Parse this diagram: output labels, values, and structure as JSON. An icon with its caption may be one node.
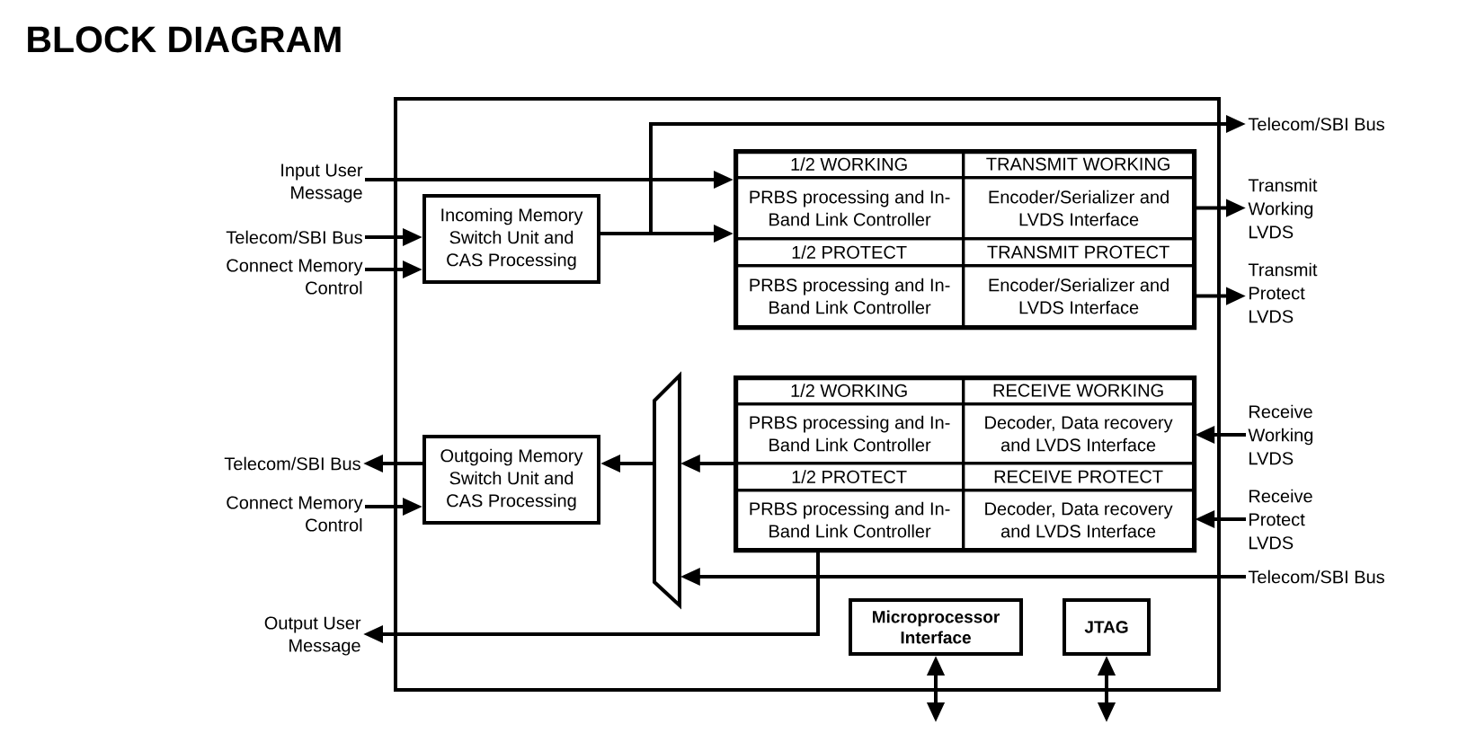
{
  "diagram": {
    "title": "BLOCK DIAGRAM",
    "nodes": [
      {
        "text": [],
        "shape": "box"
      },
      {
        "text": [
          "Input User Message"
        ]
      },
      {
        "text": [
          "Telecom/SBI Bus"
        ]
      },
      {
        "text": [
          "Connect Memory Control"
        ]
      },
      {
        "text": [
          "Incoming Memory Switch Unit and CAS Processing"
        ],
        "in": 0
      },
      {
        "text": [],
        "shape": "box",
        "in": 0
      },
      {
        "text": [
          "1/2 WORKING"
        ],
        "in": 5
      },
      {
        "text": [
          "TRANSMIT WORKING"
        ],
        "in": 5
      },
      {
        "text": [
          "PRBS processing and In-Band Link Controller"
        ],
        "in": 5
      },
      {
        "text": [
          "Encoder/Serializer and LVDS Interface"
        ],
        "in": 5
      },
      {
        "text": [
          "1/2 PROTECT"
        ],
        "in": 5
      },
      {
        "text": [
          "TRANSMIT PROTECT"
        ],
        "in": 5
      },
      {
        "text": [
          "PRBS processing and In-Band Link Controller"
        ],
        "in": 5
      },
      {
        "text": [
          "Encoder/Serializer and LVDS Interface"
        ],
        "in": 5
      },
      {
        "text": [
          "Telecom/SBI Bus"
        ]
      },
      {
        "text": [
          "Transmit Working LVDS"
        ]
      },
      {
        "text": [
          "Transmit Protect LVDS"
        ]
      },
      {
        "text": [
          "Telecom/SBI Bus"
        ]
      },
      {
        "text": [
          "Connect Memory Control"
        ]
      },
      {
        "text": [
          "Outgoing Memory Switch Unit and CAS Processing"
        ],
        "in": 0
      },
      {
        "text": [],
        "shape": "trapezoid",
        "in": 0
      },
      {
        "text": [],
        "shape": "box",
        "in": 0
      },
      {
        "text": [
          "1/2 WORKING"
        ],
        "in": 21
      },
      {
        "text": [
          "RECEIVE WORKING"
        ],
        "in": 21
      },
      {
        "text": [
          "PRBS processing and In-Band Link Controller"
        ],
        "in": 21
      },
      {
        "text": [
          "Decoder, Data recovery and LVDS Interface"
        ],
        "in": 21
      },
      {
        "text": [
          "1/2 PROTECT"
        ],
        "in": 21
      },
      {
        "text": [
          "RECEIVE PROTECT"
        ],
        "in": 21
      },
      {
        "text": [
          "PRBS processing and In-Band Link Controller"
        ],
        "in": 21
      },
      {
        "text": [
          "Decoder, Data recovery and LVDS Interface"
        ],
        "in": 21
      },
      {
        "text": [
          "Receive Working LVDS"
        ]
      },
      {
        "text": [
          "Receive Protect LVDS"
        ]
      },
      {
        "text": [
          "Telecom/SBI Bus"
        ]
      },
      {
        "text": [
          "Output User Message"
        ]
      },
      {
        "text": [
          "Microprocessor Interface"
        ],
        "in": 0
      },
      {
        "text": [
          "JTAG"
        ],
        "in": 0
      }
    ],
    "edges": [
      {
        "from": 1,
        "to": 5,
        "arrow": "to"
      },
      {
        "from": 2,
        "to": 4,
        "arrow": "to"
      },
      {
        "from": 3,
        "to": 4,
        "arrow": "to"
      },
      {
        "from": 4,
        "to": 5,
        "arrow": "to"
      },
      {
        "from": 4,
        "to": 14,
        "arrow": "to"
      },
      {
        "from": 9,
        "to": 15,
        "arrow": "to"
      },
      {
        "from": 13,
        "to": 16,
        "arrow": "to"
      },
      {
        "from": 30,
        "to": 25,
        "arrow": "to"
      },
      {
        "from": 31,
        "to": 29,
        "arrow": "to"
      },
      {
        "from": 21,
        "to": 20,
        "arrow": "to"
      },
      {
        "from": 32,
        "to": 20,
        "arrow": "to"
      },
      {
        "from": 20,
        "to": 19,
        "arrow": "to"
      },
      {
        "from": 19,
        "to": 17,
        "arrow": "to"
      },
      {
        "from": 18,
        "to": 19,
        "arrow": "to"
      },
      {
        "from": 28,
        "to": 33,
        "arrow": "to"
      },
      {
        "from": 34,
        "to": null,
        "arrow": "both"
      },
      {
        "from": 35,
        "to": null,
        "arrow": "both"
      }
    ]
  }
}
